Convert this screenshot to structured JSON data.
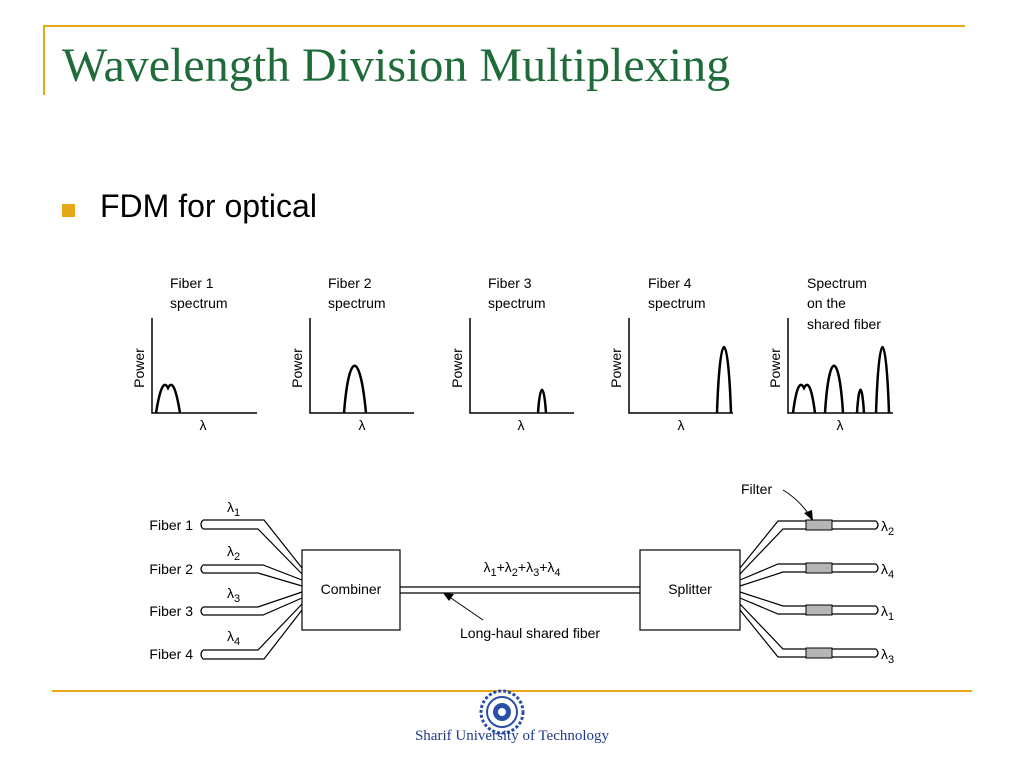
{
  "slide": {
    "title": "Wavelength Division Multiplexing",
    "bullet": "FDM for optical",
    "footer": "Sharif University of Technology"
  },
  "spectra": [
    {
      "title_line1": "Fiber 1",
      "title_line2": "spectrum",
      "title_line3": "",
      "ylabel": "Power",
      "xlabel": "λ"
    },
    {
      "title_line1": "Fiber 2",
      "title_line2": "spectrum",
      "title_line3": "",
      "ylabel": "Power",
      "xlabel": "λ"
    },
    {
      "title_line1": "Fiber 3",
      "title_line2": "spectrum",
      "title_line3": "",
      "ylabel": "Power",
      "xlabel": "λ"
    },
    {
      "title_line1": "Fiber 4",
      "title_line2": "spectrum",
      "title_line3": "",
      "ylabel": "Power",
      "xlabel": "λ"
    },
    {
      "title_line1": "Spectrum",
      "title_line2": "on the",
      "title_line3": "shared fiber",
      "ylabel": "Power",
      "xlabel": "λ"
    }
  ],
  "system": {
    "inputs": [
      {
        "fiber": "Fiber 1",
        "lambda": "λ",
        "sub": "1"
      },
      {
        "fiber": "Fiber 2",
        "lambda": "λ",
        "sub": "2"
      },
      {
        "fiber": "Fiber 3",
        "lambda": "λ",
        "sub": "3"
      },
      {
        "fiber": "Fiber 4",
        "lambda": "λ",
        "sub": "4"
      }
    ],
    "combiner": "Combiner",
    "splitter": "Splitter",
    "shared_label": {
      "l1": "λ",
      "s1": "1",
      "p1": "+",
      "l2": "λ",
      "s2": "2",
      "p2": "+",
      "l3": "λ",
      "s3": "3",
      "p3": "+",
      "l4": "λ",
      "s4": "4"
    },
    "long_haul": "Long-haul shared fiber",
    "filter": "Filter",
    "outputs": [
      {
        "lambda": "λ",
        "sub": "2"
      },
      {
        "lambda": "λ",
        "sub": "4"
      },
      {
        "lambda": "λ",
        "sub": "1"
      },
      {
        "lambda": "λ",
        "sub": "3"
      }
    ]
  }
}
